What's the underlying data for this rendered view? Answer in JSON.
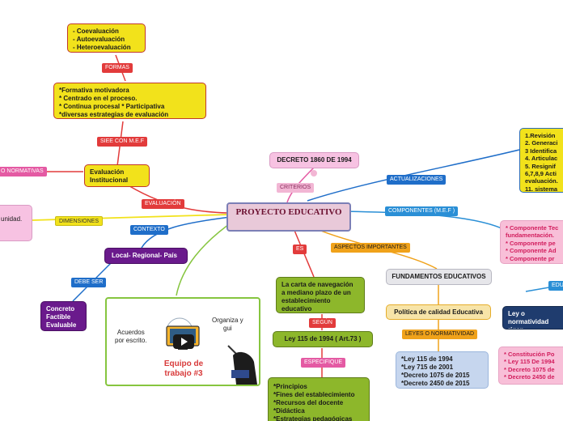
{
  "central": {
    "title": "PROYECTO EDUCATIVO"
  },
  "nodes": {
    "coevaluacion": "-  Coevaluación\n-  Autoevaluación\n-  Heteroevaluación",
    "formativa": "*Formativa motivadora\n* Centrado en el proceso.\n* Continua procesal  * Participativa\n*diversas estrategias de evaluación",
    "evaluacion_institucional": "Evaluación\nInstitucional",
    "unidad": "unidad.",
    "local": "Local-  Regional-  País",
    "concreto": "Concreto\nFactible\nEvaluable",
    "decreto1860": "DECRETO 1860 DE 1994",
    "revision": "1.Revisión\n2. Generaci\n3 Identifica\n4. Articulac\n5.  Resignif\n6,7,8,9  Acti\nevaluación.\n11. sistema",
    "componentes_pink": "* Componente Tec\nfundamentación.\n*  Componente  pe\n* Componente  Ad\n* Componente  pr",
    "carta": "La carta de navegación\na mediano plazo de un\nestablecimiento\neducativo",
    "ley115": "Ley 115  de 1994 ( Art.73 )",
    "principios": "*Principios\n*Fines del establecimiento\n*Recursos del docente\n*Didáctica\n*Estrategias  pedagógicas\n*Reglamento  (docente",
    "fundamentos": "FUNDAMENTOS  EDUCATIVOS",
    "politica": "Política de calidad  Educativa",
    "leyes": "*Ley 115 de 1994\n*Ley 715 de 2001\n*Decreto 1075 de 2015\n*Decreto 2450 de 2015",
    "ley_normatividad": "Ley  o normatividad\nrigen.",
    "constitucion": "*  Constitución  Po\n*  Ley 115 De 1994\n*  Decreto 1075 de\n*  Decreto 2450 de"
  },
  "tags": {
    "formas": "FORMAS",
    "siee": "SIEE CON M.E.F",
    "normativas": "O NORMATIVAS",
    "evaluacion": "EVALUACIÓN",
    "dimensiones": "DIMENSIONES",
    "contexto": "CONTEXTO",
    "debe_ser": "DEBE SER",
    "criterios": "CRITERIOS",
    "actualizaciones": "ACTUALIZACIONES",
    "componentes": "COMPONENTES  (M.E.F )",
    "es": "ES",
    "aspectos": "ASPECTOS IMPORTANTES",
    "segun": "SEGÚN",
    "especifique": "ESPECIFIQUE",
    "leyes_norm": "LEYES O NORMATIVIDAD",
    "edu": "EDU"
  },
  "video": {
    "left_text": "Acuerdos\npor escrito.",
    "right_text": "Organiza y\ngui",
    "title": "Equipo de\ntrabajo #3"
  },
  "colors": {
    "central_border": "#7c7fb6",
    "accent_blue": "#1f6ec9",
    "accent_red": "#e23b3b",
    "accent_green": "#86c53f"
  }
}
